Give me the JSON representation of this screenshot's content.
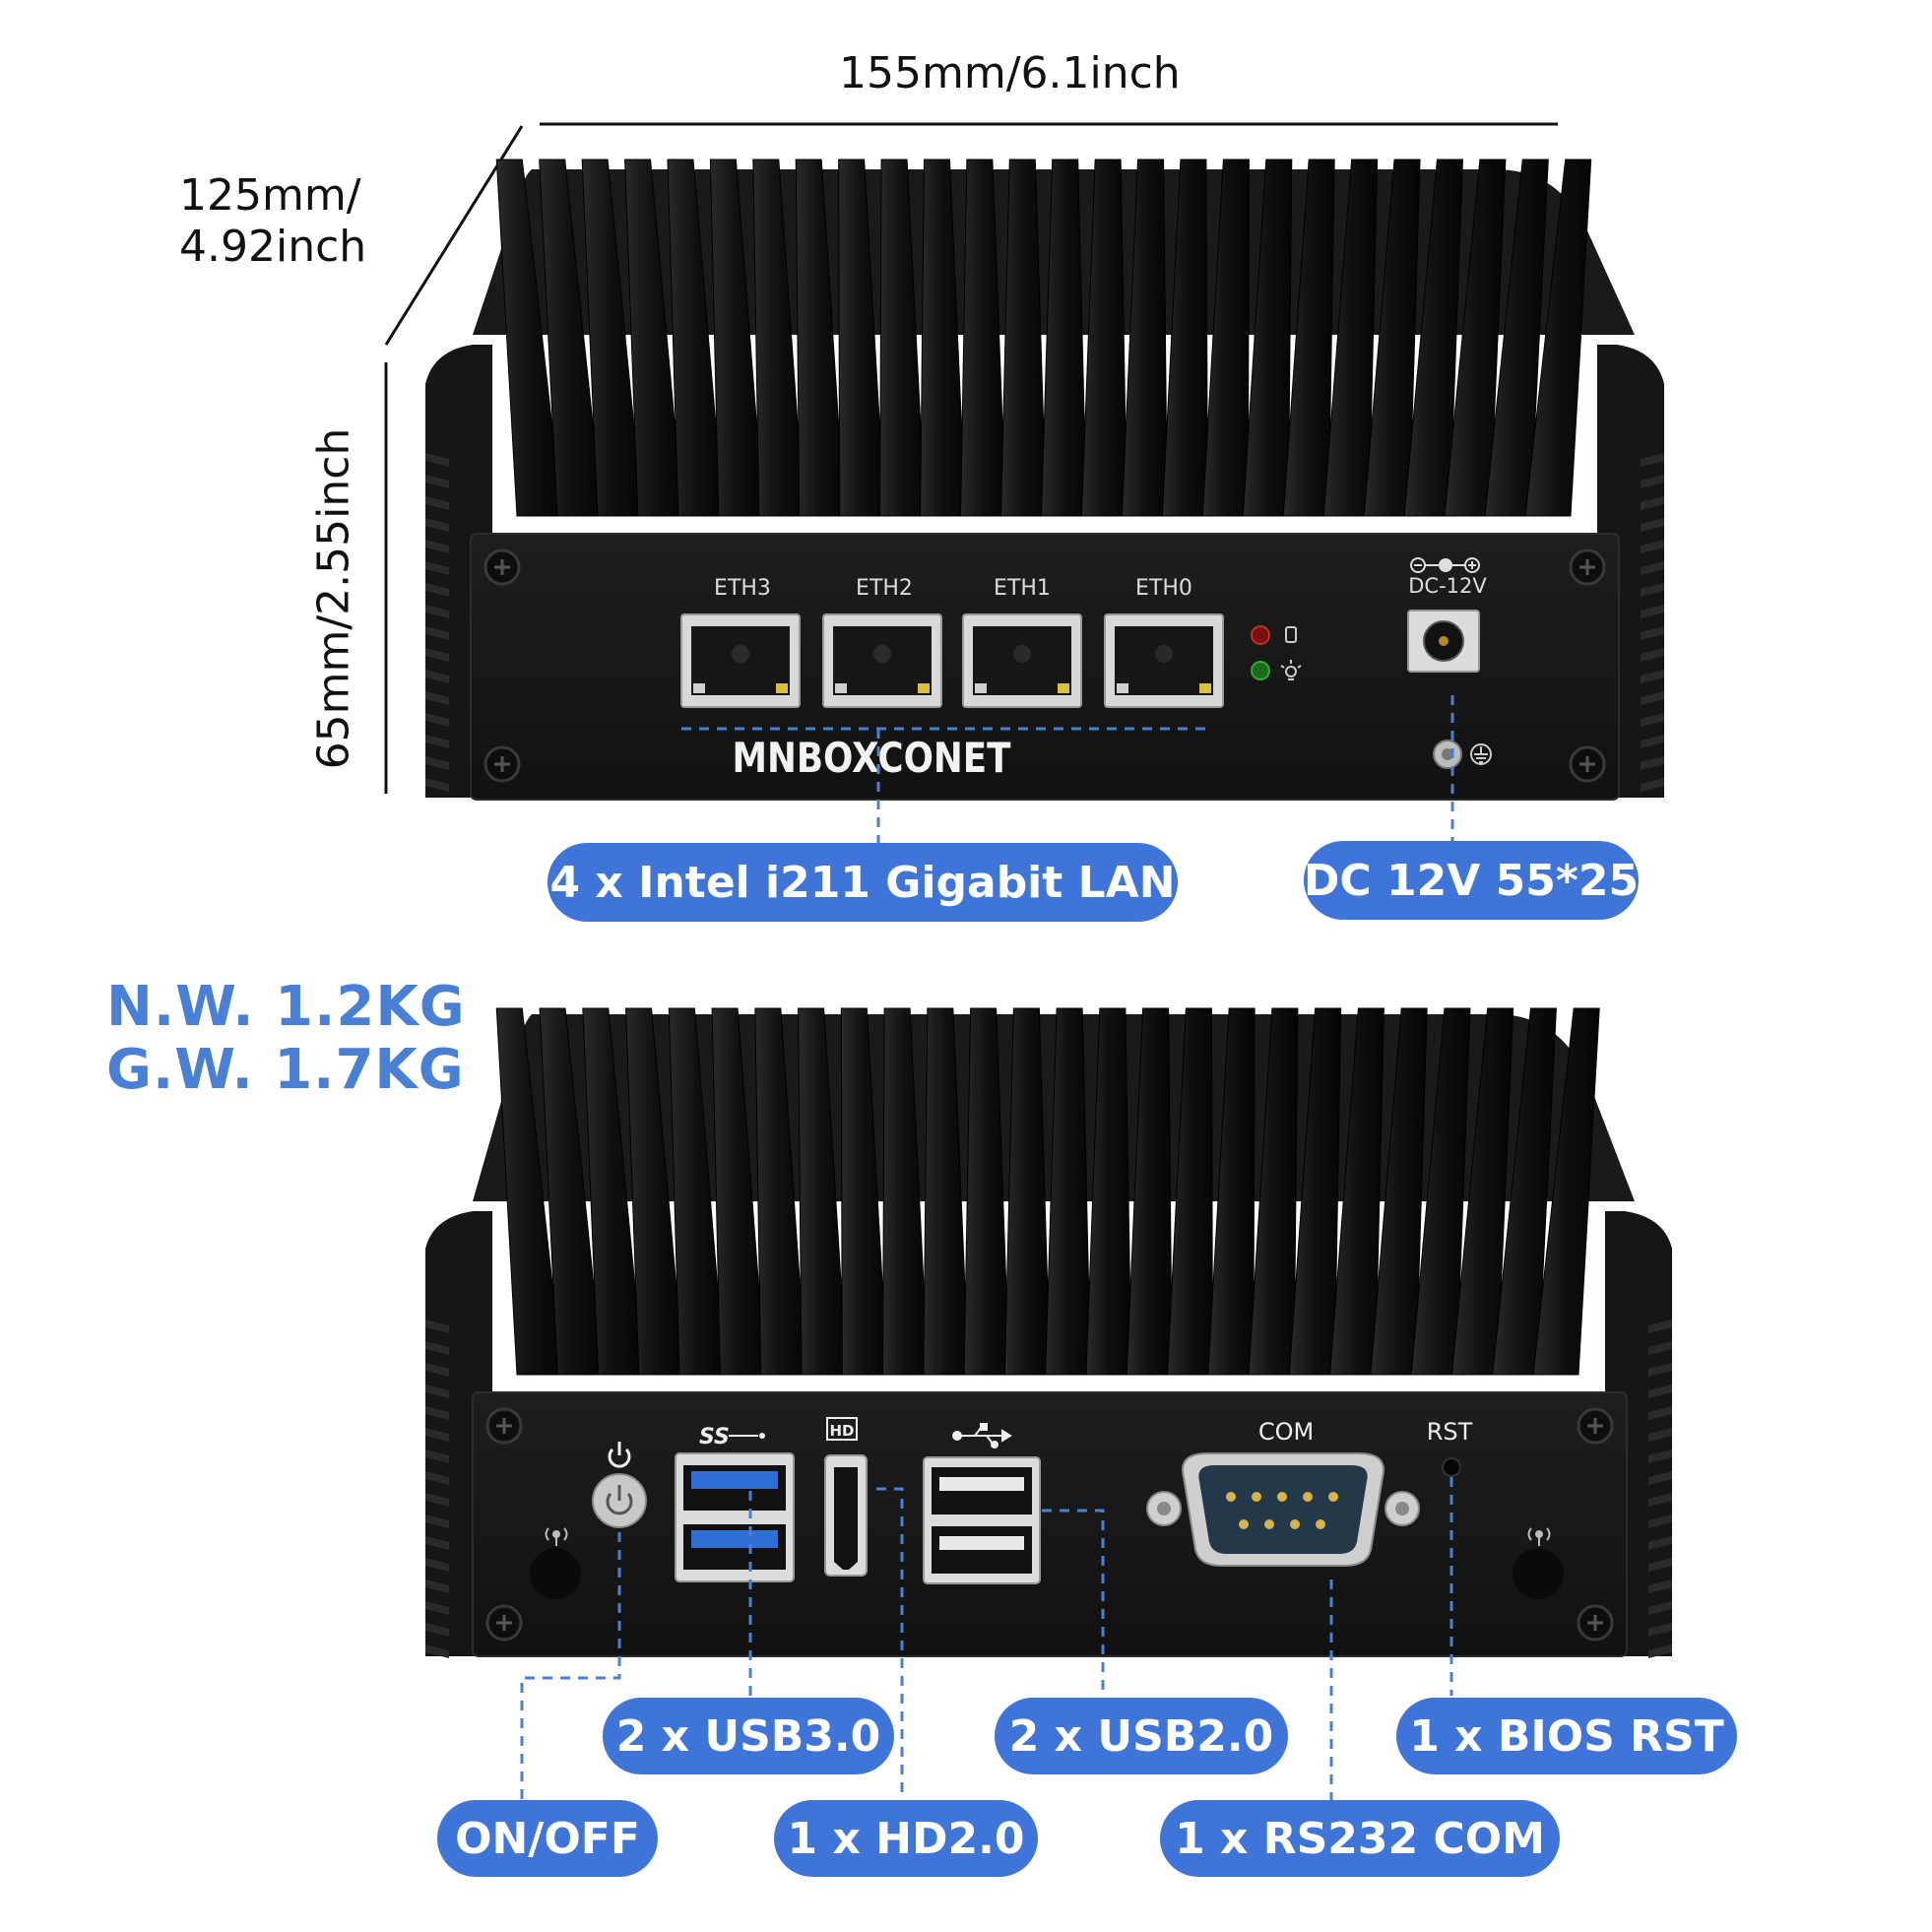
{
  "dimensions": {
    "width": "155mm/6.1inch",
    "depth_line1": "125mm/",
    "depth_line2": "4.92inch",
    "height": "65mm/2.55inch"
  },
  "weight": {
    "net": "N.W. 1.2KG",
    "gross": "G.W. 1.7KG"
  },
  "front_panel": {
    "ports": [
      "ETH3",
      "ETH2",
      "ETH1",
      "ETH0"
    ],
    "power_label": "DC-12V",
    "brand": "MNBOXCONET",
    "callouts": {
      "lan": "4 x Intel i211 Gigabit LAN",
      "dc": "DC 12V 55*25"
    }
  },
  "rear_panel": {
    "com_label": "COM",
    "rst_label": "RST",
    "callouts": {
      "usb3": "2 x USB3.0",
      "usb2": "2 x USB2.0",
      "bios": "1 x BIOS RST",
      "onoff": "ON/OFF",
      "hdmi": "1 x HD2.0",
      "com": "1 x RS232 COM"
    }
  },
  "colors": {
    "accent": "#3f74d9",
    "weight_text": "#4a7fd6",
    "device_body": "#151515",
    "fins": "#0c0c0c",
    "usb3_blue": "#2d6fd6",
    "leader_line": "#4a7fd6"
  },
  "icons": [
    "power-icon",
    "usb-ss-icon",
    "hd-icon",
    "usb-icon",
    "antenna-icon",
    "ground-icon",
    "hdd-led-icon",
    "power-led-icon",
    "dc-polarity-icon",
    "screw-icon"
  ]
}
